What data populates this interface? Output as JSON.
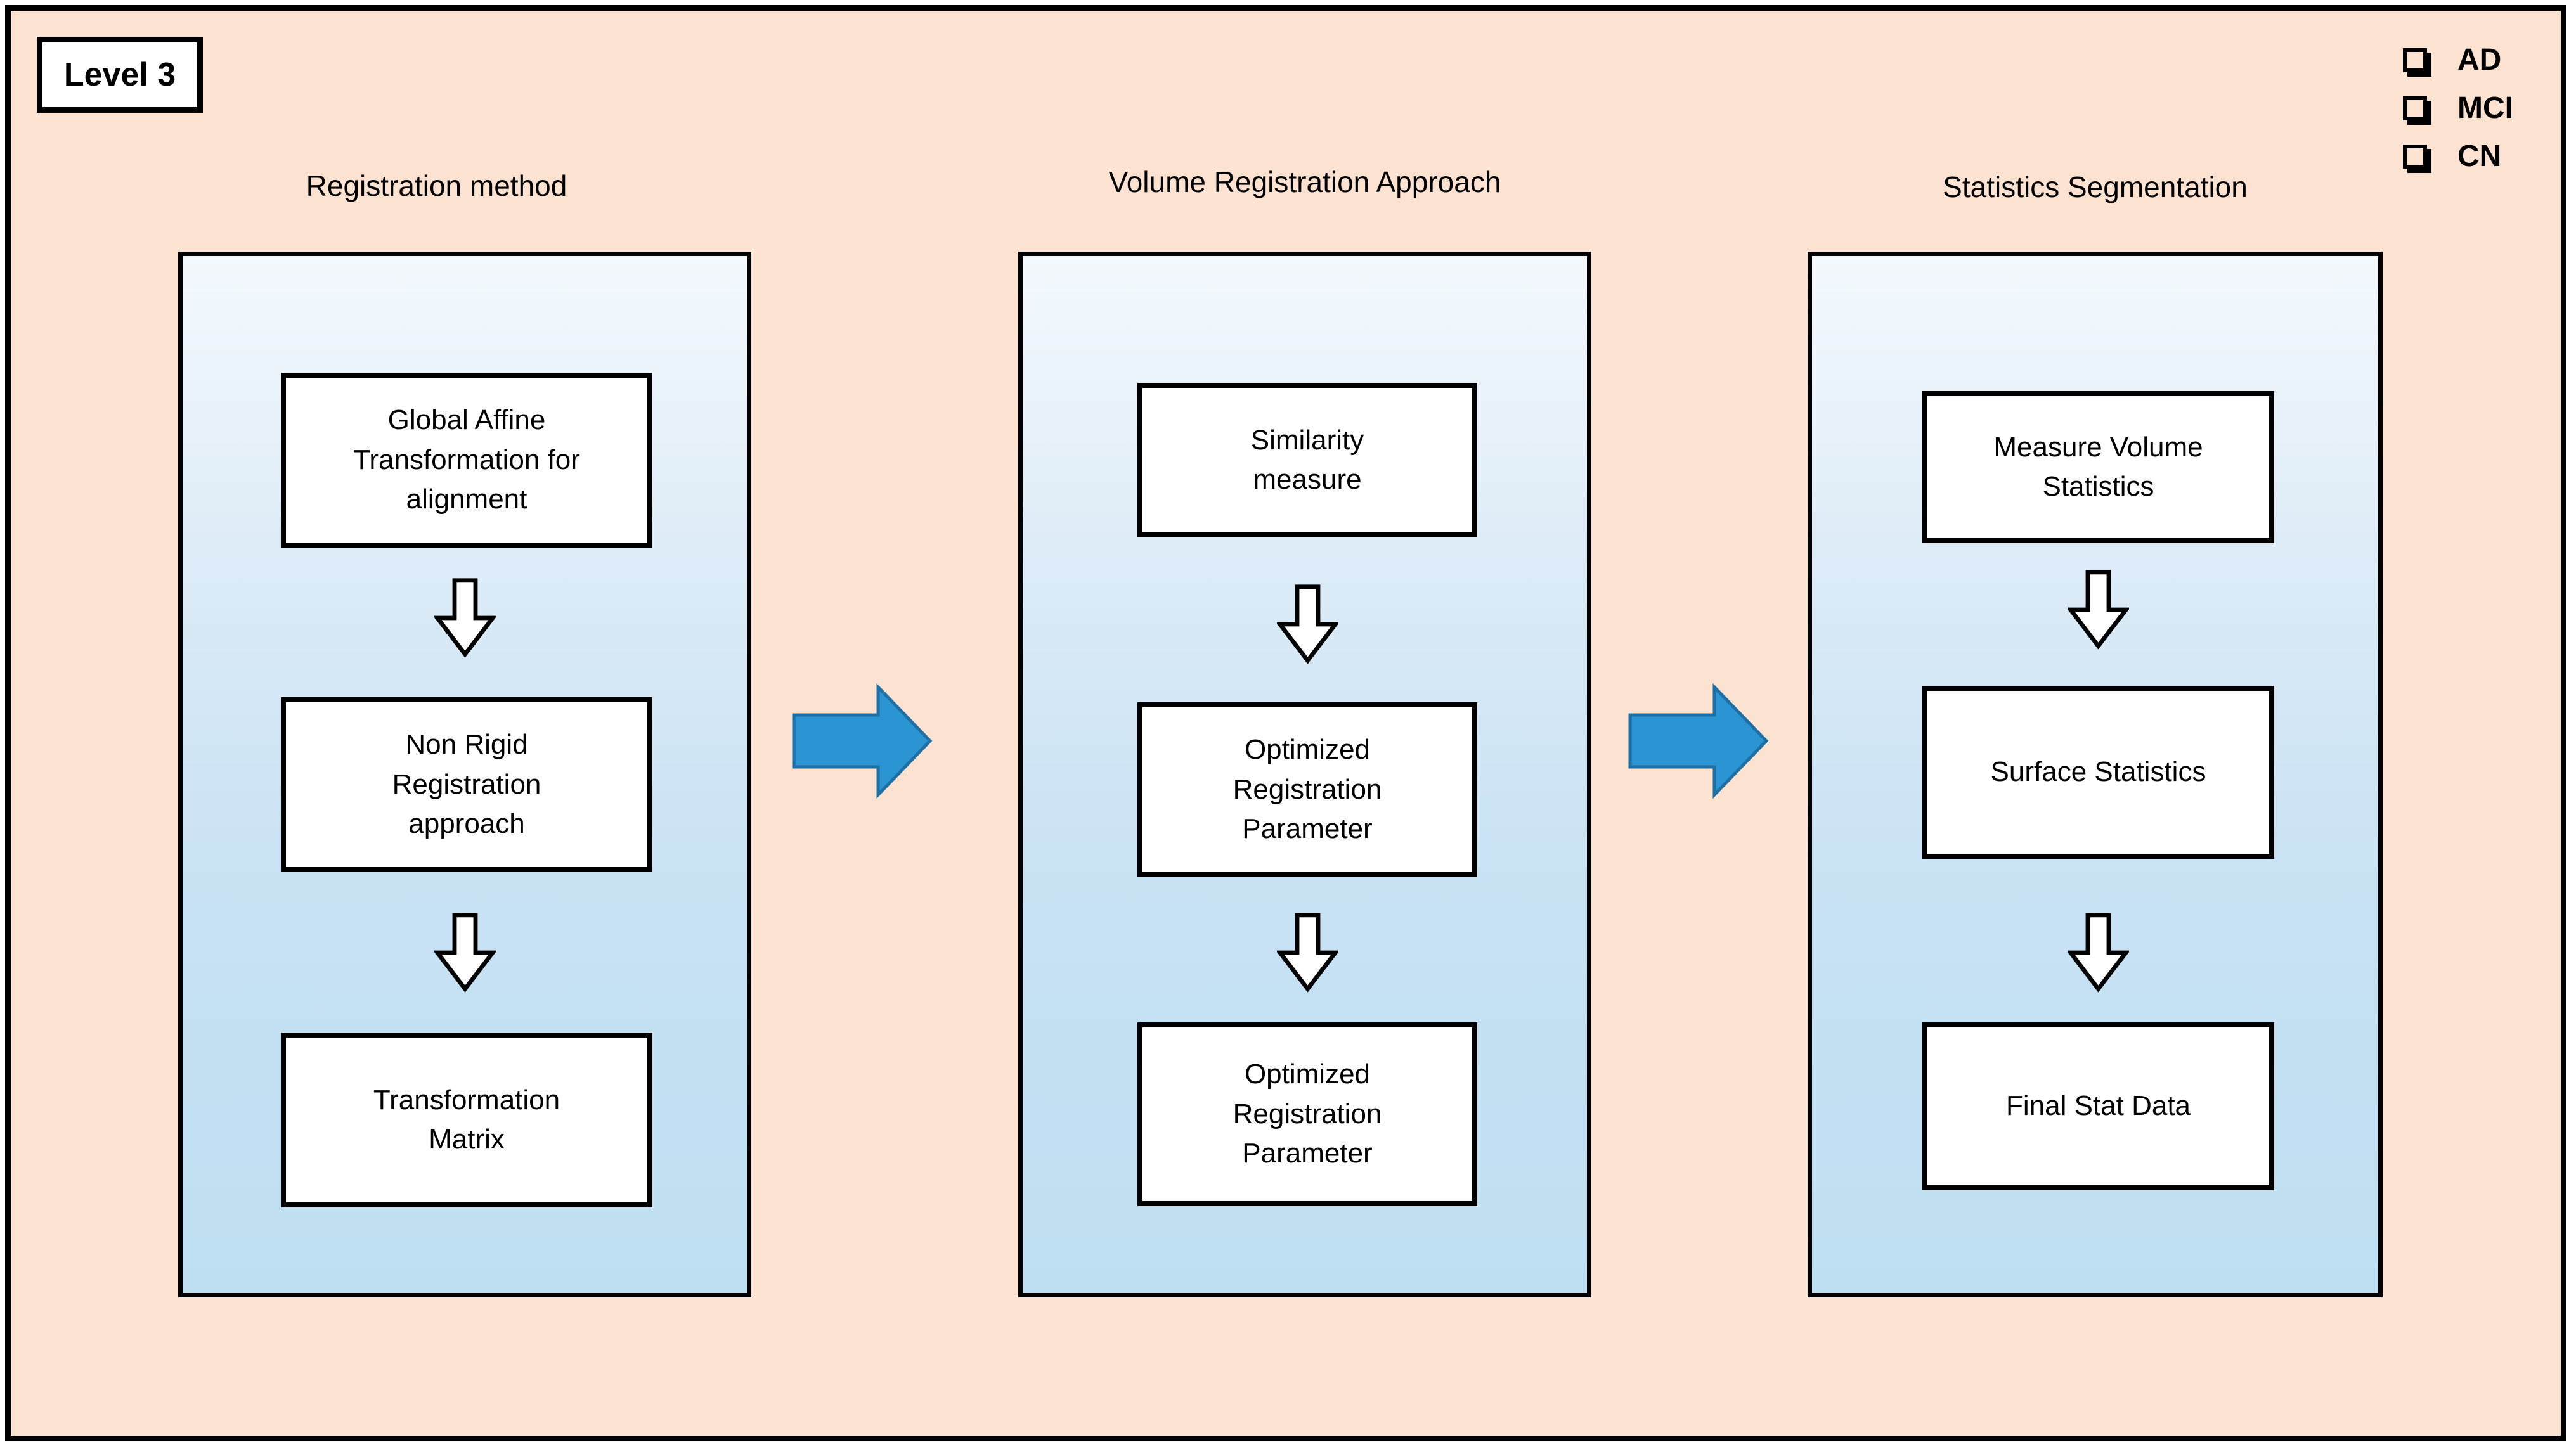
{
  "figure": {
    "level_label": "Level 3",
    "legend": {
      "items": [
        {
          "label": "AD"
        },
        {
          "label": "MCI"
        },
        {
          "label": "CN"
        }
      ]
    },
    "columns": [
      {
        "header": "Registration method",
        "boxes": [
          "Global Affine\nTransformation for\nalignment",
          "Non Rigid\nRegistration\napproach",
          "Transformation\nMatrix"
        ]
      },
      {
        "header": "Volume Registration Approach",
        "boxes": [
          "Similarity\nmeasure",
          "Optimized\nRegistration\nParameter",
          "Optimized\nRegistration\nParameter"
        ]
      },
      {
        "header": "Statistics Segmentation",
        "boxes": [
          "Measure Volume\nStatistics",
          "Surface Statistics",
          "Final Stat Data"
        ]
      }
    ],
    "colors": {
      "canvas_background": "#FCE2D1",
      "panel_gradient_top": "#F4F9FD",
      "panel_gradient_bottom": "#BEDFF2",
      "box_background": "#FFFFFF",
      "border": "#000000",
      "flow_arrow_fill": "#2B94D2",
      "flow_arrow_stroke": "#1E6FA3",
      "down_arrow_fill": "#FFFFFF"
    }
  }
}
